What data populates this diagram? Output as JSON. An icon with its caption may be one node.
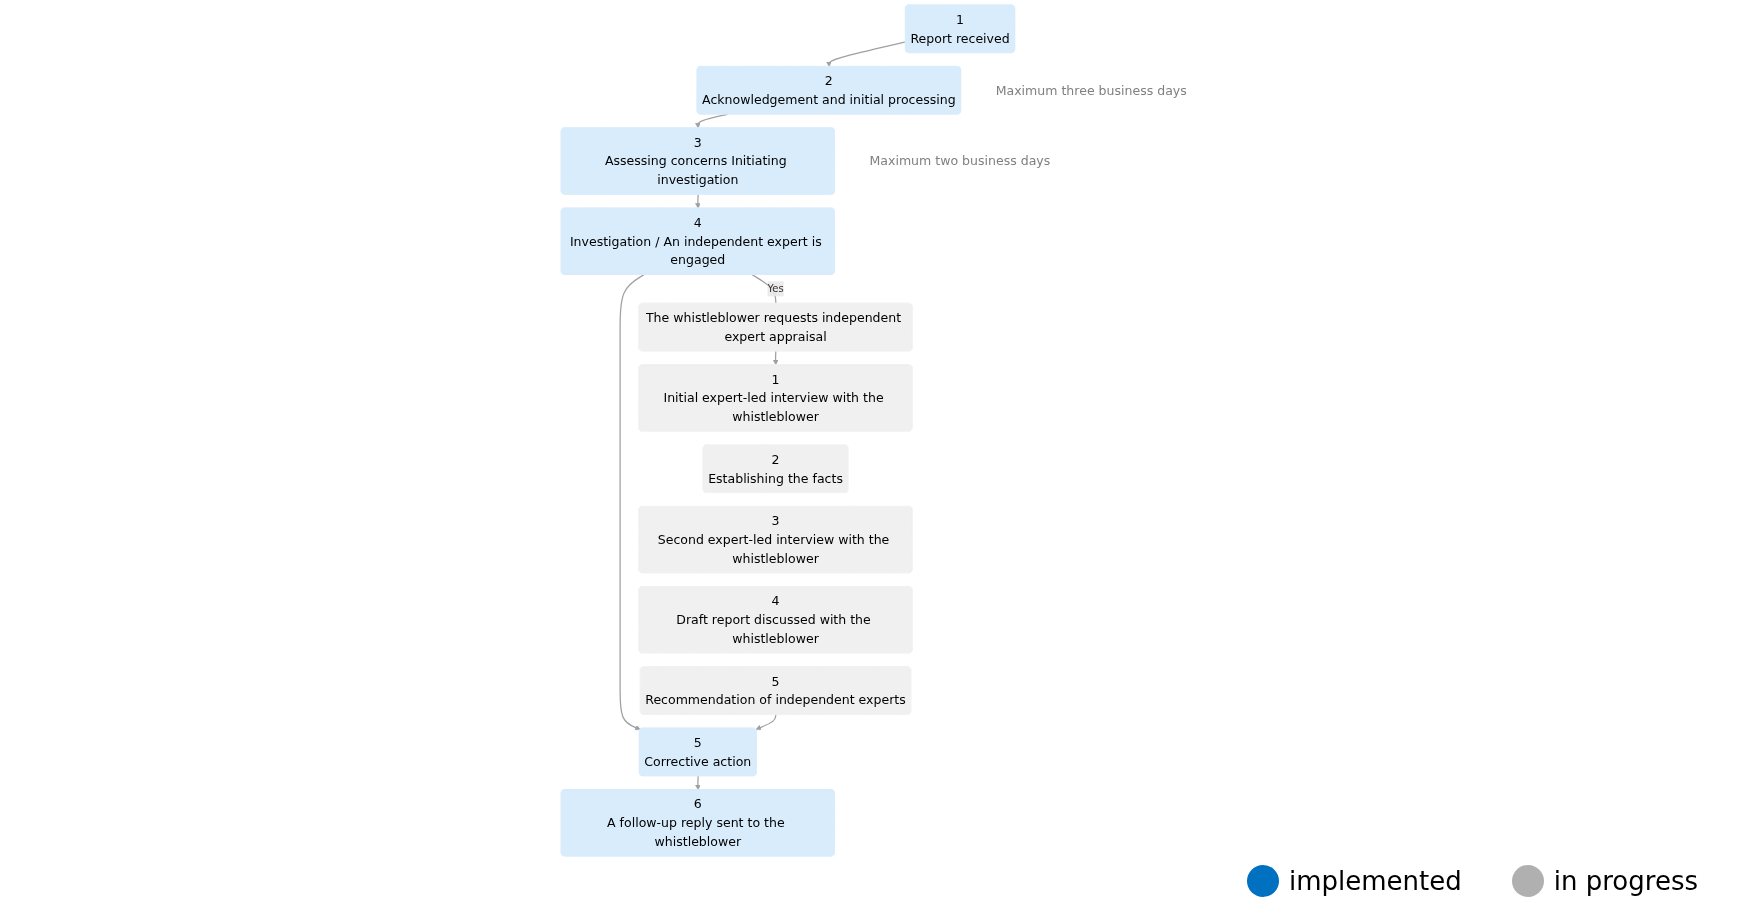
{
  "diagram": {
    "nodes": [
      {
        "text": [
          "1",
          "Report received"
        ]
      },
      {
        "text": [
          "2",
          "Acknowledgement and initial processing"
        ],
        "beside": [
          "Maximum three business days"
        ]
      },
      {
        "text": [
          "3",
          "Assessing concerns Initiating investigation"
        ],
        "beside": [
          "Maximum two business days"
        ]
      },
      {
        "text": [
          "4",
          "Investigation / An independent expert is engaged"
        ]
      },
      {
        "text": [
          "5",
          "Corrective action"
        ]
      },
      {
        "text": [
          "6",
          "A follow-up reply sent to the whistleblower"
        ]
      },
      {
        "text": [
          "The whistleblower requests independent expert appraisal"
        ]
      },
      {
        "text": [
          "1",
          "Initial expert-led interview with the whistleblower"
        ]
      },
      {
        "text": [
          "2",
          "Establishing the facts"
        ]
      },
      {
        "text": [
          "3",
          "Second expert-led interview with the whistleblower"
        ]
      },
      {
        "text": [
          "4",
          "Draft report discussed with the whistleblower"
        ]
      },
      {
        "text": [
          "5",
          "Recommendation of independent experts"
        ]
      }
    ],
    "edges": [
      {
        "from": 0,
        "to": 1,
        "arrow": "to"
      },
      {
        "from": 1,
        "to": 2,
        "arrow": "to"
      },
      {
        "from": 2,
        "to": 3,
        "arrow": "to"
      },
      {
        "from": 3,
        "to": 4,
        "arrow": "to"
      },
      {
        "from": 4,
        "to": 5,
        "arrow": "to"
      },
      {
        "from": 3,
        "to": 6,
        "arrow": "none",
        "label": "Yes"
      },
      {
        "from": 6,
        "to": 7,
        "arrow": "to"
      },
      {
        "from": 11,
        "to": 4,
        "arrow": "to"
      }
    ],
    "legend": [
      {
        "text": "implemented",
        "color": "#0070c0"
      },
      {
        "text": "in progress",
        "color": "#b0b0b0"
      }
    ]
  }
}
